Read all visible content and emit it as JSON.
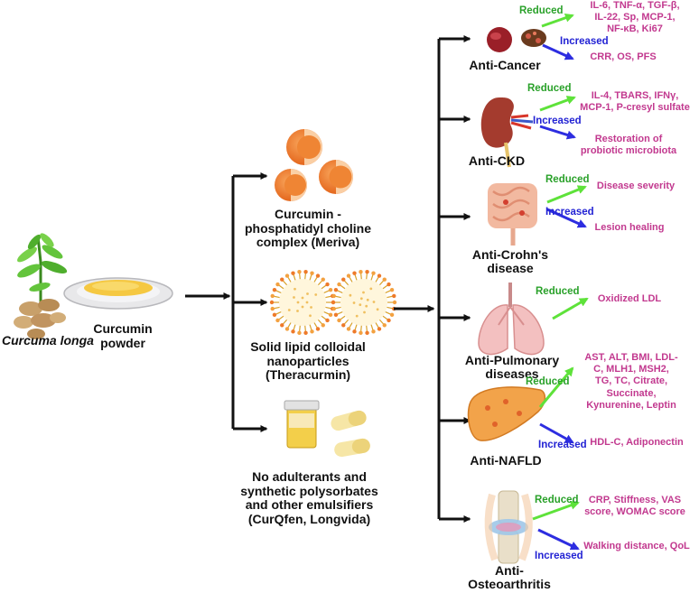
{
  "source": {
    "species": "Curcuma longa",
    "product": "Curcumin powder"
  },
  "formulations": [
    "Curcumin - phosphatidyl choline complex (Meriva)",
    "Solid lipid colloidal nanoparticles (Theracurmin)",
    "No adulterants and synthetic polysorbates and other emulsifiers (CurQfen, Longvida)"
  ],
  "formulation_lines": {
    "meriva": [
      "Curcumin -",
      "phosphatidyl choline",
      "complex (Meriva)"
    ],
    "theracurmin": [
      "Solid lipid colloidal",
      "nanoparticles",
      "(Theracurmin)"
    ],
    "curqfen": [
      "No adulterants and",
      "synthetic polysorbates",
      "and other emulsifiers",
      "(CurQfen, Longvida)"
    ]
  },
  "effect_labels": {
    "reduced": "Reduced",
    "increased": "Increased"
  },
  "outcomes": [
    {
      "id": "cancer",
      "title": [
        "Anti-Cancer"
      ],
      "reduced": [
        "IL-6, TNF-α, TGF-β,",
        "IL-22, Sp, MCP-1,",
        "NF-κB, Ki67"
      ],
      "increased": [
        "CRR, OS, PFS"
      ]
    },
    {
      "id": "ckd",
      "title": [
        "Anti-CKD"
      ],
      "reduced": [
        "IL-4, TBARS, IFNγ,",
        "MCP-1, P-cresyl sulfate"
      ],
      "increased": [
        "Restoration of",
        "probiotic microbiota"
      ]
    },
    {
      "id": "crohns",
      "title": [
        "Anti-Crohn's",
        "disease"
      ],
      "reduced": [
        "Disease severity"
      ],
      "increased": [
        "Lesion healing"
      ]
    },
    {
      "id": "pulmonary",
      "title": [
        "Anti-Pulmonary",
        "diseases"
      ],
      "reduced": [
        "Oxidized LDL"
      ],
      "increased": []
    },
    {
      "id": "nafld",
      "title": [
        "Anti-NAFLD"
      ],
      "reduced": [
        "AST, ALT, BMI, LDL-",
        "C, MLH1, MSH2,",
        "TG, TC, Citrate,",
        "Succinate,",
        "Kynurenine, Leptin"
      ],
      "increased": [
        "HDL-C, Adiponectin"
      ]
    },
    {
      "id": "oa",
      "title": [
        "Anti-",
        "Osteoarthritis"
      ],
      "reduced": [
        "CRP, Stiffness, VAS",
        "score, WOMAC score"
      ],
      "increased": [
        "Walking distance, QoL"
      ]
    }
  ],
  "colors": {
    "reduced_text": "#2aa12a",
    "reduced_arrow": "#5ee23a",
    "increased_text": "#2323d4",
    "increased_arrow": "#2d2de0",
    "marker_text": "#c2398f",
    "connector": "#111111",
    "curcumin_yellow": "#f5c842",
    "liposome_orange": "#ee7a2a"
  }
}
